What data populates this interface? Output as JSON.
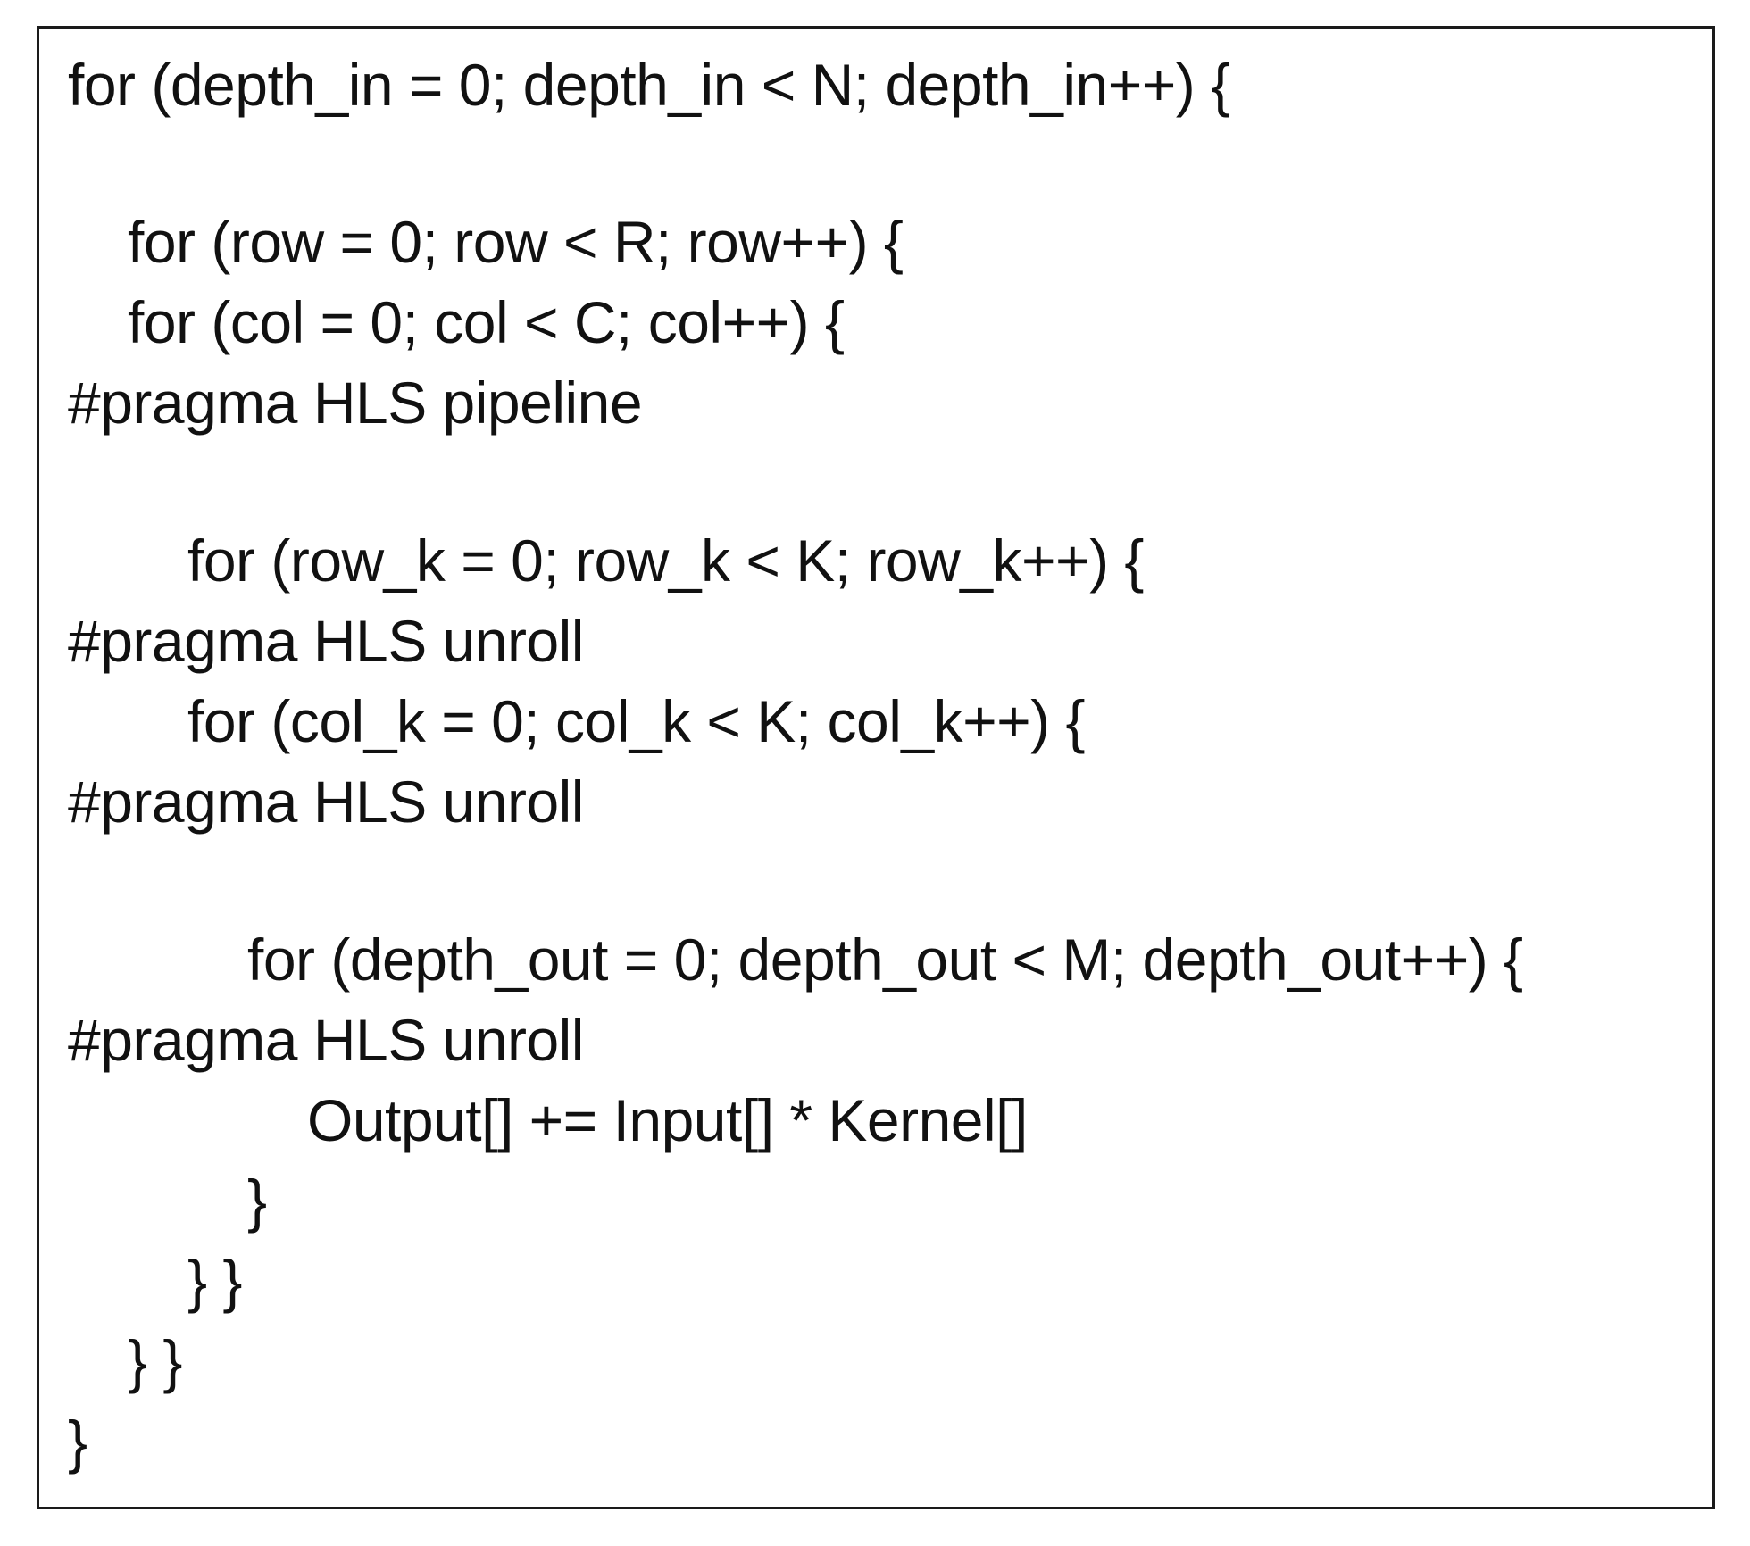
{
  "code": {
    "lines": [
      {
        "text": "for (depth_in = 0; depth_in < N; depth_in++) {",
        "indent": 0
      },
      {
        "text": "for (row = 0; row < R; row++) {",
        "indent": 1
      },
      {
        "text": "for (col = 0; col < C; col++) {",
        "indent": 1
      },
      {
        "text": "#pragma HLS pipeline",
        "indent": 0
      },
      {
        "text": "for (row_k = 0; row_k < K; row_k++) {",
        "indent": 2
      },
      {
        "text": "#pragma HLS unroll",
        "indent": 0
      },
      {
        "text": "for (col_k = 0; col_k < K; col_k++) {",
        "indent": 2
      },
      {
        "text": "#pragma HLS unroll",
        "indent": 0
      },
      {
        "text": "for (depth_out = 0; depth_out < M; depth_out++) {",
        "indent": 3
      },
      {
        "text": "#pragma HLS unroll",
        "indent": 0
      },
      {
        "text": "Output[] += Input[] * Kernel[]",
        "indent": 4
      },
      {
        "text": "}",
        "indent": 3
      },
      {
        "text": "} }",
        "indent": 2
      },
      {
        "text": "} }",
        "indent": 1
      },
      {
        "text": "}",
        "indent": 0
      }
    ]
  }
}
